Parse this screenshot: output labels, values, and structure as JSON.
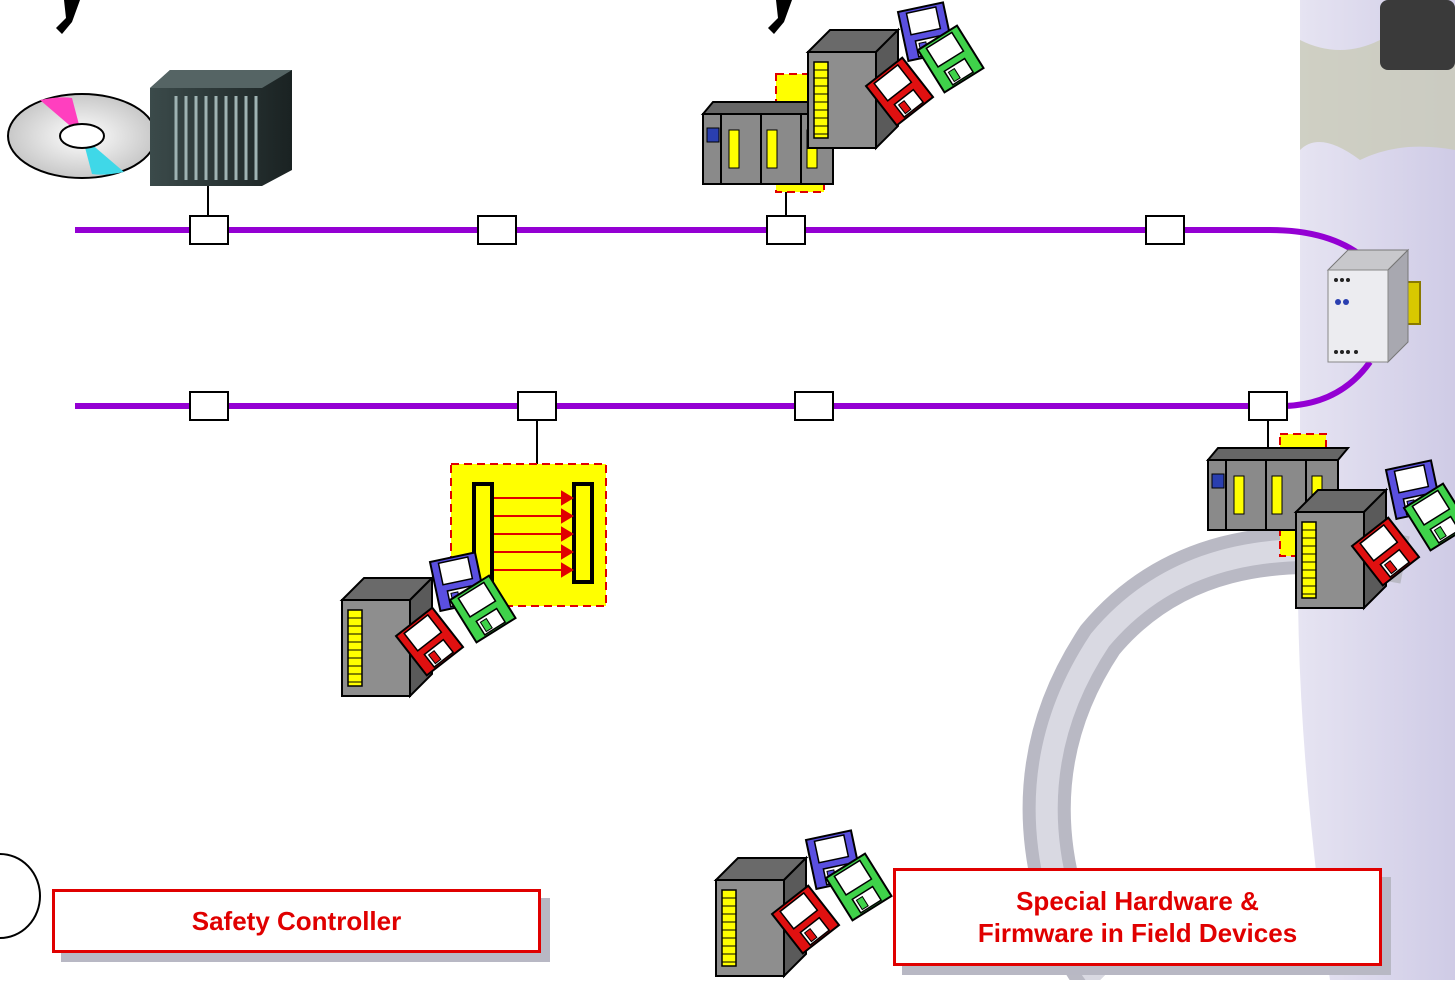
{
  "labels": {
    "safety_controller": "Safety Controller",
    "field_devices_line1": "Special Hardware &",
    "field_devices_line2": "Firmware in Field Devices"
  },
  "colors": {
    "bus": "#9400d3",
    "callout_border": "#e00000",
    "callout_text": "#e00000",
    "highlight": "#ffff00",
    "disk_blue": "#5a4fe0",
    "disk_green": "#3fd24a",
    "disk_red": "#e01010"
  },
  "icons": [
    "plc-rack-icon",
    "cd-icon",
    "io-station-icon",
    "safety-module-icon",
    "light-curtain-icon",
    "floppy-disk-icon",
    "network-node-icon",
    "din-rail-module-icon",
    "cable-icon"
  ]
}
